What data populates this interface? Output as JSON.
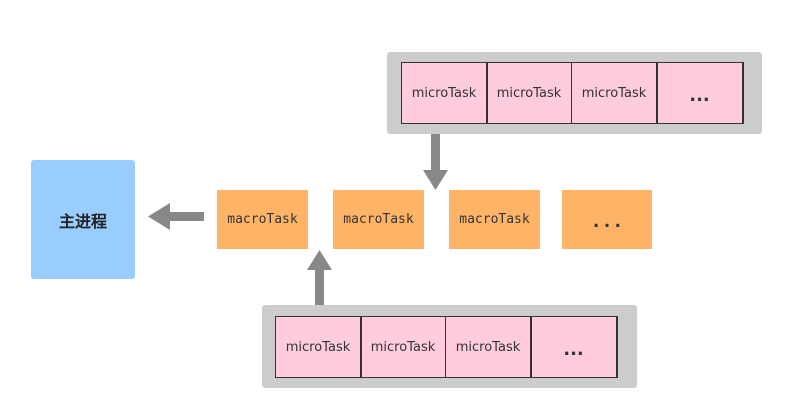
{
  "main_process": {
    "label": "主进程"
  },
  "macro_tasks": [
    {
      "label": "macroTask"
    },
    {
      "label": "macroTask"
    },
    {
      "label": "macroTask"
    },
    {
      "label": "..."
    }
  ],
  "top_queue": {
    "items": [
      {
        "label": "microTask"
      },
      {
        "label": "microTask"
      },
      {
        "label": "microTask"
      },
      {
        "label": "..."
      }
    ]
  },
  "bottom_queue": {
    "items": [
      {
        "label": "microTask"
      },
      {
        "label": "microTask"
      },
      {
        "label": "microTask"
      },
      {
        "label": "..."
      }
    ]
  },
  "colors": {
    "main_process": "#99ccff",
    "macro_task": "#ffb366",
    "micro_task": "#ffccdd",
    "queue_background": "#cccccc",
    "arrow": "#888888"
  }
}
